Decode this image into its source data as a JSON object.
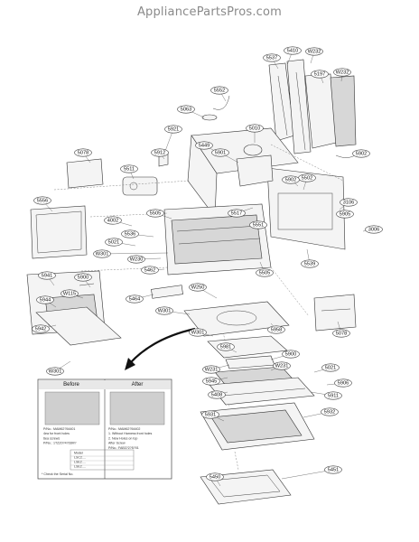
{
  "watermark": "AppliancePartsPros.com",
  "callouts": [
    {
      "id": "5410"
    },
    {
      "id": "W232"
    },
    {
      "id": "5537"
    },
    {
      "id": "5197"
    },
    {
      "id": "W232"
    },
    {
      "id": "5552"
    },
    {
      "id": "5063"
    },
    {
      "id": "5921"
    },
    {
      "id": "5010"
    },
    {
      "id": "5449"
    },
    {
      "id": "5912"
    },
    {
      "id": "5901"
    },
    {
      "id": "5078"
    },
    {
      "id": "5502"
    },
    {
      "id": "5511"
    },
    {
      "id": "5902"
    },
    {
      "id": "5902"
    },
    {
      "id": "5556"
    },
    {
      "id": "5505"
    },
    {
      "id": "5517"
    },
    {
      "id": "3106"
    },
    {
      "id": "5905"
    },
    {
      "id": "4002"
    },
    {
      "id": "5551"
    },
    {
      "id": "5536"
    },
    {
      "id": "3006"
    },
    {
      "id": "5021"
    },
    {
      "id": "5539"
    },
    {
      "id": "W301"
    },
    {
      "id": "W230"
    },
    {
      "id": "5941"
    },
    {
      "id": "5462"
    },
    {
      "id": "5505"
    },
    {
      "id": "5900"
    },
    {
      "id": "W115"
    },
    {
      "id": "W250"
    },
    {
      "id": "5944"
    },
    {
      "id": "5464"
    },
    {
      "id": "W301"
    },
    {
      "id": "5942"
    },
    {
      "id": "5078"
    },
    {
      "id": "5958"
    },
    {
      "id": "W301"
    },
    {
      "id": "5981"
    },
    {
      "id": "W301"
    },
    {
      "id": "5900"
    },
    {
      "id": "W231"
    },
    {
      "id": "5021"
    },
    {
      "id": "W231"
    },
    {
      "id": "5945"
    },
    {
      "id": "5906"
    },
    {
      "id": "5408"
    },
    {
      "id": "5911"
    },
    {
      "id": "5931"
    },
    {
      "id": "5932"
    },
    {
      "id": "5450"
    },
    {
      "id": "5451"
    }
  ],
  "notes": {
    "before": {
      "title": "Before",
      "lines": [
        "P/No.: MAM62?54401",
        "4ea for front holes",
        "6ea screws",
        "P/No.: 1TZZ0?4?03M?"
      ]
    },
    "after": {
      "title": "After",
      "lines": [
        "P/No.: MAM62?54402",
        "1. Without Harness front holes",
        "2. New Holes on top",
        "After Screw",
        "P/No.: FAB3?2?5?01"
      ]
    },
    "table_rows": [
      "Model",
      "LSC2....",
      "LSE2....",
      "LSE2...."
    ],
    "footer": "* Check the Serial No."
  }
}
